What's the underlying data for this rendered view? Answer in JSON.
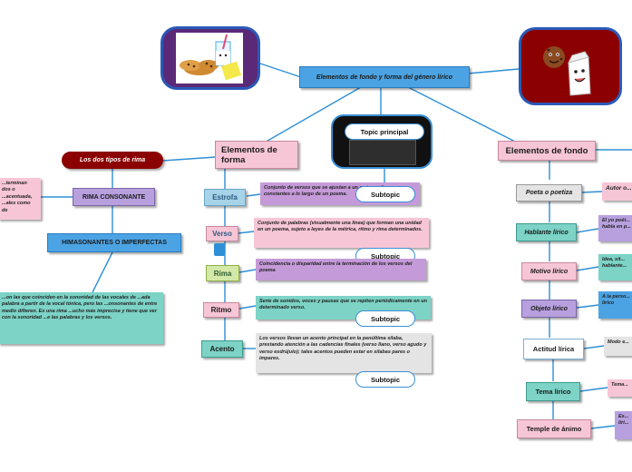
{
  "central": {
    "label": "Elementos de fondo y forma del género lírico"
  },
  "topic_principal": {
    "label": "Topic principal"
  },
  "subtopic_label": "Subtopic",
  "forma": {
    "title": "Elementos de forma",
    "items": [
      {
        "label": "Estrofa",
        "desc": "Conjunto de versos que se ajustan a un metro y ritmo constantes a lo largo de un poema."
      },
      {
        "label": "Verso",
        "desc": "Conjunto de palabras (visualmente una línea) que forman una unidad en un poema, sujeto a leyes de la métrica, ritmo y rima determinados."
      },
      {
        "label": "Rima",
        "desc": "Coincidencia o disparidad entre la terminación de los versos del poema"
      },
      {
        "label": "Ritmo",
        "desc": "Serie de sonidos, voces y pausas que se repiten periódicamente en un determinado verso."
      },
      {
        "label": "Acento",
        "desc": "Los versos llevan un acento principal en la penúltima sílaba, prestando atención a las cadencias finales (verso llano, verso agudo y verso esdrújulo); tales acentos pueden estar en sílabas pares o impares."
      }
    ]
  },
  "rima_types": {
    "title": "Los dos tipos de rima",
    "consonante": "RIMA CONSONANTE",
    "consonante_desc": "...terminan dos o ...acentuada, ...ales como de",
    "asonante": "HIMASONANTES O IMPERFECTAS",
    "asonante_desc": "...on las que coinciden en la sonoridad de las vocales de ...ada palabra a partir de la vocal tónica, pero las ...onsonantes de entre medio difieren. Es una rima ...ucho más imprecisa y tiene que ver con la sonoridad ...e las palabras y los versos."
  },
  "fondo": {
    "title": "Elementos de fondo",
    "items": [
      {
        "label": "Poeta o poetiza",
        "desc": "Autor o..."
      },
      {
        "label": "Hablante lírico",
        "desc": "El yo poét... habla en p..."
      },
      {
        "label": "Motivo lírico",
        "desc": "Idea, sit... hablante..."
      },
      {
        "label": "Objeto lírico",
        "desc": "A la perso... lírico"
      },
      {
        "label": "Actitud lírica",
        "desc": "Modo e..."
      },
      {
        "label": "Tema lírico",
        "desc": "Tema..."
      },
      {
        "label": "Temple de ánimo",
        "desc": "Es... líri..."
      }
    ]
  },
  "colors": {
    "central_fill": "#4ba3e3",
    "forma_fill": "#f7c6d6",
    "fondo_fill": "#f7c6d6",
    "teal": "#7cd3c6",
    "purple": "#b8a0df",
    "pink": "#f7c6d6",
    "dark_red": "#8b0000",
    "line": "#2e8fd6"
  }
}
